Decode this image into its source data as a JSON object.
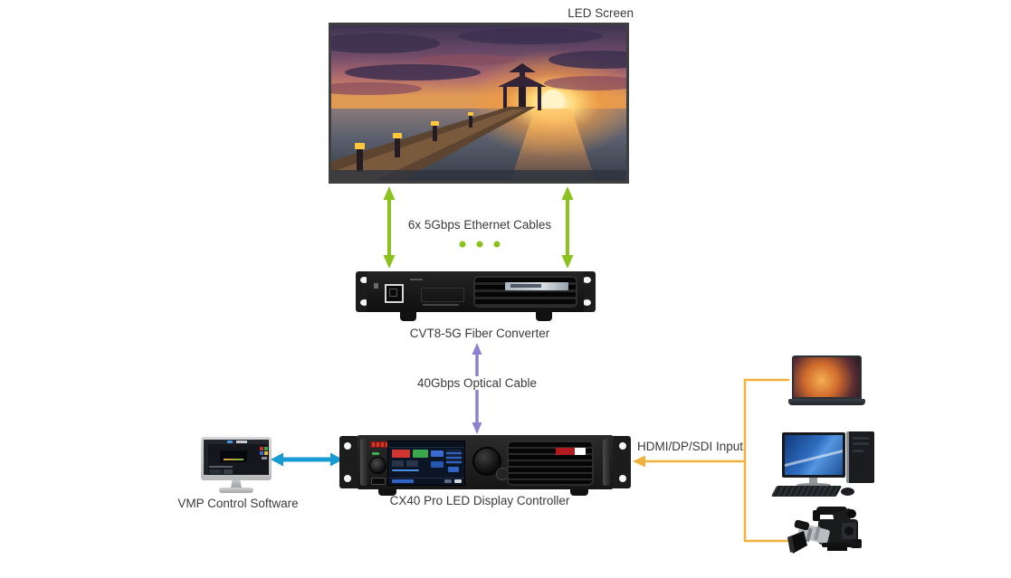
{
  "diagram_title": "LED display system connection diagram",
  "colors": {
    "ethernet_green": "#8cc21e",
    "optical_purple": "#8c82cf",
    "control_blue": "#189ad2",
    "input_yellow": "#f0b23c",
    "label_text": "#3a3a3a",
    "device_black": "#1c1c1c"
  },
  "nodes": {
    "led_screen": {
      "label": "LED Screen"
    },
    "fiber_converter": {
      "label": "CVT8-5G Fiber Converter"
    },
    "controller": {
      "label": "CX40 Pro LED Display Controller"
    },
    "control_pc": {
      "label": "VMP Control Software"
    },
    "sources": {
      "laptop": "laptop source",
      "desktop": "desktop computer source",
      "camera": "video camera source"
    }
  },
  "connections": {
    "ethernet": {
      "label": "6x 5Gbps Ethernet Cables",
      "style": "double-headed green arrows with ellipsis dots"
    },
    "optical": {
      "label": "40Gbps Optical Cable",
      "style": "double-headed purple arrow"
    },
    "video_input": {
      "label": "HDMI/DP/SDI Input",
      "style": "yellow elbow line with left arrow"
    },
    "control_link": {
      "label": "",
      "style": "double-headed blue arrow"
    }
  }
}
